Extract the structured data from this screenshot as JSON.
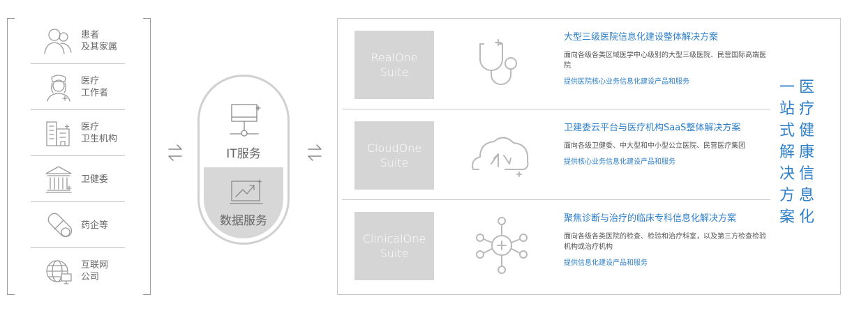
{
  "users": [
    {
      "label": "患者\n及其家属",
      "icon": "patient-family-icon"
    },
    {
      "label": "医疗\n工作者",
      "icon": "medical-worker-icon"
    },
    {
      "label": "医疗\n卫生机构",
      "icon": "health-institution-icon"
    },
    {
      "label": "卫健委",
      "icon": "health-commission-icon"
    },
    {
      "label": "药企等",
      "icon": "pharma-capsule-icon"
    },
    {
      "label": "互联网\n公司",
      "icon": "internet-company-icon"
    }
  ],
  "services": {
    "it": "IT服务",
    "data": "数据服务"
  },
  "suites": [
    {
      "name": "RealOne\nSuite",
      "icon": "stethoscope-icon",
      "title": "大型三级医院信息化建设整体解决方案",
      "desc": "面向各级各类区域医学中心级别的大型三级医院、民营国际高端医院",
      "offer": "提供医院核心业务信息化建设产品和服务"
    },
    {
      "name": "CloudOne\nSuite",
      "icon": "cloud-sync-icon",
      "title": "卫建委云平台与医疗机构SaaS整体解决方案",
      "desc": "面向各级卫健委、中大型和中小型公立医院、民营医疗集团",
      "offer": "提供核心业务信息化建设产品和服务"
    },
    {
      "name": "ClinicalOne\nSuite",
      "icon": "network-node-icon",
      "title": "聚焦诊断与治疗的临床专科信息化解决方案",
      "desc": "面向各级各类医院的检查、检验和治疗科室，以及第三方检查检验机构或治疗机构",
      "offer": "提供信息化建设产品和服务"
    }
  ],
  "vertical_title": {
    "col1": [
      "一",
      "站",
      "式",
      "解",
      "决",
      "方",
      "案"
    ],
    "col2": [
      "医",
      "疗",
      "健",
      "康",
      "信",
      "息",
      "化"
    ]
  },
  "colors": {
    "accent": "#2f80c9",
    "gray_box": "#d5d5d5"
  }
}
